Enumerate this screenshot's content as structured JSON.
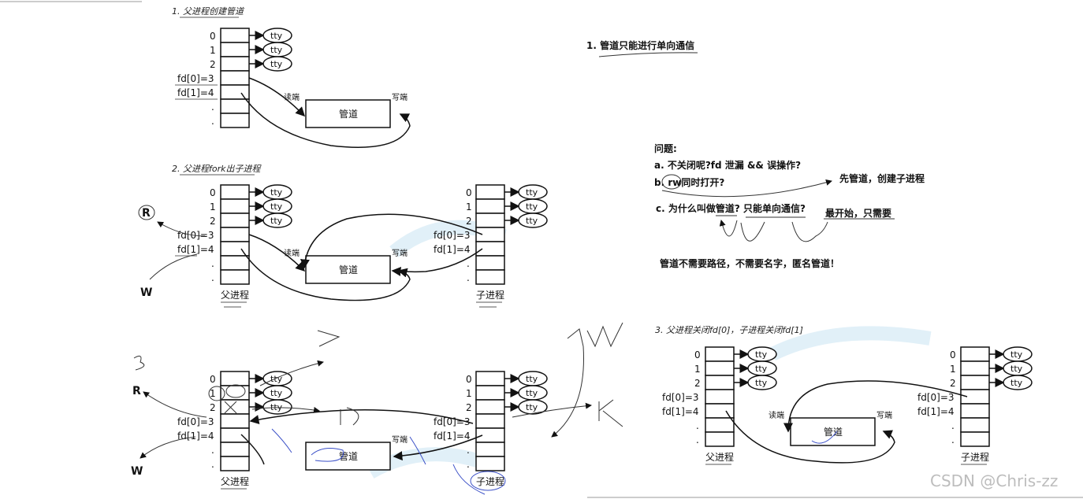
{
  "diagrams": {
    "d1": {
      "caption": "1. 父进程创建管道"
    },
    "d2": {
      "caption": "2. 父进程fork出子进程",
      "parent_label": "父进程",
      "child_label": "子进程"
    },
    "d3": {
      "parent_label": "父进程",
      "child_label": "子进程"
    },
    "d4": {
      "caption": "3. 父进程关闭fd[0]，子进程关闭fd[1]",
      "parent_label": "父进程",
      "child_label": "子进程"
    }
  },
  "fd": {
    "i0": "0",
    "i1": "1",
    "i2": "2",
    "fd0": "fd[0]=3",
    "fd1": "fd[1]=4",
    "dot": "."
  },
  "tty": "tty",
  "pipe": {
    "label": "管道",
    "read": "读端",
    "write": "写端"
  },
  "notes": {
    "heading": "1. 管道只能进行单向通信",
    "question_title": "问题:",
    "qa": "a. 不关闭呢?fd 泄漏 && 误操作?",
    "qb": "b. rw同时打开?",
    "qc": "c. 为什么叫做管道? 只能单向通信?",
    "right1": "先管道，创建子进程",
    "right2": "最开始，只需要",
    "bottom": "管道不需要路径，不需要名字，匿名管道！"
  },
  "handwriting": {
    "R": "R",
    "W": "W",
    "three": "3"
  },
  "watermark": "CSDN @Chris-zz"
}
